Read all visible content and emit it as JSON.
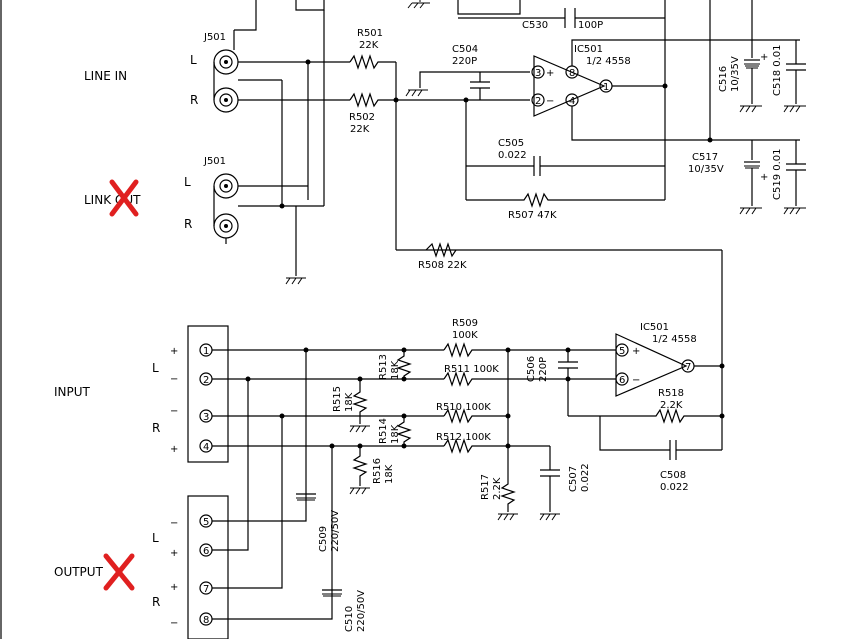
{
  "labels": {
    "line_in": "LINE IN",
    "link_out": "LINK OUT",
    "input": "INPUT",
    "output": "OUTPUT",
    "j501_top": "J501",
    "j501_bottom": "J501",
    "l_top": "L",
    "r_top": "R",
    "l_link": "L",
    "r_link": "R",
    "l_input": "L",
    "r_input": "R",
    "l_output": "L",
    "r_output": "R"
  },
  "components": {
    "r501_name": "R501",
    "r501_val": "22K",
    "r502_name": "R502",
    "r502_val": "22K",
    "c504_name": "C504",
    "c504_val": "220P",
    "c530": "C530",
    "c530_val": "100P",
    "ic501_top_name": "IC501",
    "ic501_top_part": "1/2  4558",
    "c516_name": "C516",
    "c516_val": "10/35V",
    "c518": "C518  0.01",
    "c505_name": "C505",
    "c505_val": "0.022",
    "c517_name": "C517",
    "c517_val": "10/35V",
    "c519": "C519  0.01",
    "r507": "R507  47K",
    "r508": "R508  22K",
    "r509_name": "R509",
    "r509_val": "100K",
    "r511": "R511  100K",
    "r513_name": "R513",
    "r513_val": "18K",
    "r515_name": "R515",
    "r515_val": "18K",
    "c506_name": "C506",
    "c506_val": "220P",
    "r510": "R510  100K",
    "r514_name": "R514",
    "r514_val": "18K",
    "r512": "R512  100K",
    "r516_name": "R516",
    "r516_val": "18K",
    "r517_name": "R517",
    "r517_val": "2.2K",
    "c507_name": "C507",
    "c507_val": "0.022",
    "ic501_bot_name": "IC501",
    "ic501_bot_part": "1/2  4558",
    "r518_name": "R518",
    "r518_val": "2.2K",
    "c508_name": "C508",
    "c508_val": "0.022",
    "c509_name": "C509",
    "c509_val": "220/50V",
    "c510_name": "C510",
    "c510_val": "220/50V"
  },
  "pins": {
    "ic_top": [
      "3",
      "8",
      "2",
      "4",
      "1"
    ],
    "ic_bot": [
      "5",
      "6",
      "7"
    ],
    "input": [
      "1",
      "2",
      "3",
      "4"
    ],
    "output": [
      "5",
      "6",
      "7",
      "8"
    ],
    "signs": [
      "+",
      "−",
      "+",
      "−",
      "+",
      "−",
      "−",
      "+",
      "+",
      "−",
      "−",
      "+",
      "+",
      "+"
    ]
  }
}
